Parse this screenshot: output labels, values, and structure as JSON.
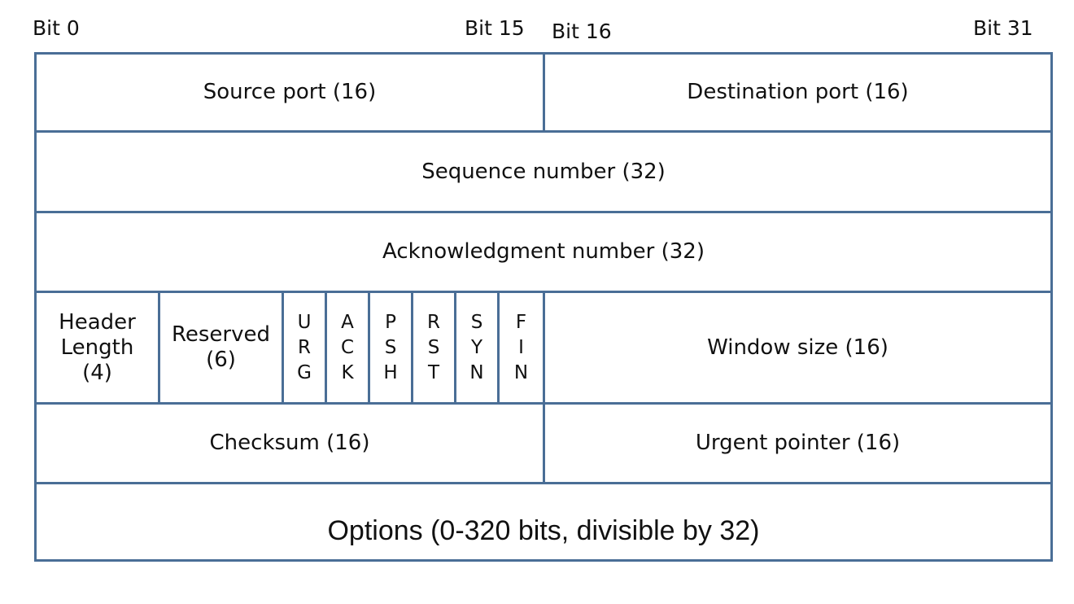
{
  "bit_labels": {
    "bit0": "Bit 0",
    "bit15": "Bit 15",
    "bit16": "Bit 16",
    "bit31": "Bit 31"
  },
  "fields": {
    "source_port": "Source port (16)",
    "destination_port": "Destination port (16)",
    "sequence_number": "Sequence number (32)",
    "acknowledgment_number": "Acknowledgment number (32)",
    "header_length": [
      "Header",
      "Length",
      "(4)"
    ],
    "reserved": [
      "Reserved",
      "(6)"
    ],
    "flags": [
      [
        "U",
        "R",
        "G"
      ],
      [
        "A",
        "C",
        "K"
      ],
      [
        "P",
        "S",
        "H"
      ],
      [
        "R",
        "S",
        "T"
      ],
      [
        "S",
        "Y",
        "N"
      ],
      [
        "F",
        "I",
        "N"
      ]
    ],
    "window_size": "Window size (16)",
    "checksum": "Checksum (16)",
    "urgent_pointer": "Urgent pointer (16)",
    "options": "Options (0-320 bits, divisible by 32)"
  },
  "colors": {
    "border": "#4a6e96",
    "text": "#111111",
    "background": "#ffffff"
  }
}
